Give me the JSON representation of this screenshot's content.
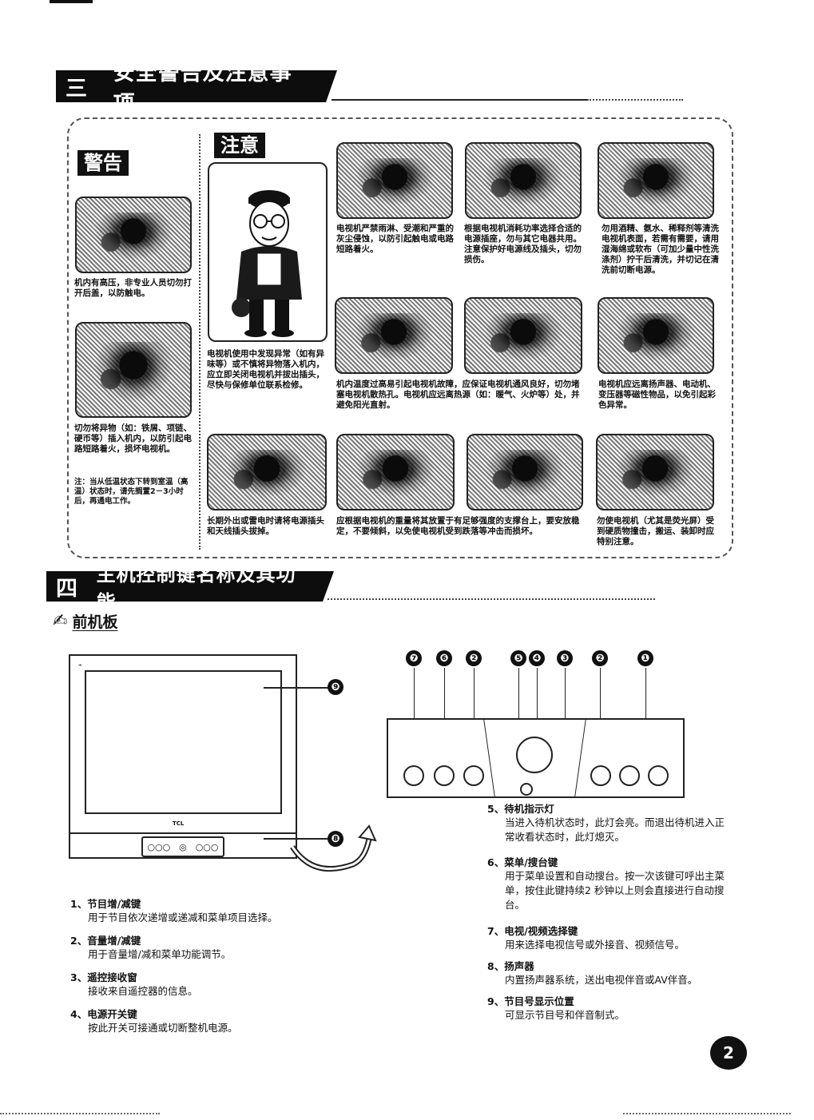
{
  "section3": {
    "num": "三",
    "title": "安全警告及注意事项",
    "warning_label": "警告",
    "notice_label": "注意",
    "warning_items": [
      "机内有高压，非专业人员切勿打开后盖，以防触电。",
      "切勿将异物（如：铁屑、项链、硬币等）插入机内，以防引起电路短路着火，损坏电视机。",
      "注：当从低温状态下转到室温（高温）状态时，请先搁置2－3小时后，再通电工作。"
    ],
    "notice_person": "电视机使用中发现异常（如有异味等）或不慎将异物落入机内，应立即关闭电视机并拔出插头，尽快与保修单位联系检修。",
    "notice_items": [
      "电视机严禁雨淋、受潮和严重的灰尘侵蚀，以防引起触电或电路短路着火。",
      "根据电视机消耗功率选择合适的电源插座，勿与其它电器共用。注意保护好电源线及插头，切勿损伤。",
      "勿用酒精、氨水、稀释剂等清洗电视机表面，若需有需要，请用湿海绵或软布（可加少量中性洗涤剂）拧干后清洗，并切记在清洗前切断电源。",
      "机内温度过高易引起电视机故障，应保证电视机通风良好，切勿堵塞电视机散热孔。电视机应远离热源（如：暖气、火炉等）处，并避免阳光直射。",
      "电视机应远离扬声器、电动机、变压器等磁性物品，以免引起彩色异常。",
      "长期外出或雷电时请将电源插头和天线插头拔掉。",
      "应根据电视机的重量将其放置于有足够强度的支撑台上，要安放稳定，不要倾斜，以免使电视机受到跌落等冲击而损坏。",
      "勿使电视机（尤其是荧光屏）受到硬质物撞击，搬运、装卸时应特别注意。"
    ]
  },
  "section4": {
    "num": "四",
    "title": "主机控制键名称及其功能",
    "subheading": "前机板",
    "tv_brand": "TCL",
    "callout_numbers": [
      "❼",
      "❻",
      "❷",
      "❺",
      "❹",
      "❸",
      "❷",
      "❶"
    ],
    "tv_callouts": [
      "❾",
      "❽"
    ],
    "functions": [
      {
        "title": "1、节目增/减键",
        "desc": "用于节目依次递增或递减和菜单项目选择。"
      },
      {
        "title": "2、音量增/减键",
        "desc": "用于音量增/减和菜单功能调节。"
      },
      {
        "title": "3、遥控接收窗",
        "desc": "接收来自遥控器的信息。"
      },
      {
        "title": "4、电源开关键",
        "desc": "按此开关可接通或切断整机电源。"
      },
      {
        "title": "5、待机指示灯",
        "desc": "当进入待机状态时，此灯会亮。而退出待机进入正常收看状态时，此灯熄灭。"
      },
      {
        "title": "6、菜单/搜台键",
        "desc": "用于菜单设置和自动搜台。按一次该键可呼出主菜单，按住此键持续2 秒钟以上则会直接进行自动搜台。"
      },
      {
        "title": "7、电视/视频选择键",
        "desc": "用来选择电视信号或外接音、视频信号。"
      },
      {
        "title": "8、扬声器",
        "desc": "内置扬声器系统，送出电视伴音或AV伴音。"
      },
      {
        "title": "9、节目号显示位置",
        "desc": "可显示节目号和伴音制式。"
      }
    ]
  },
  "page_number": "2"
}
